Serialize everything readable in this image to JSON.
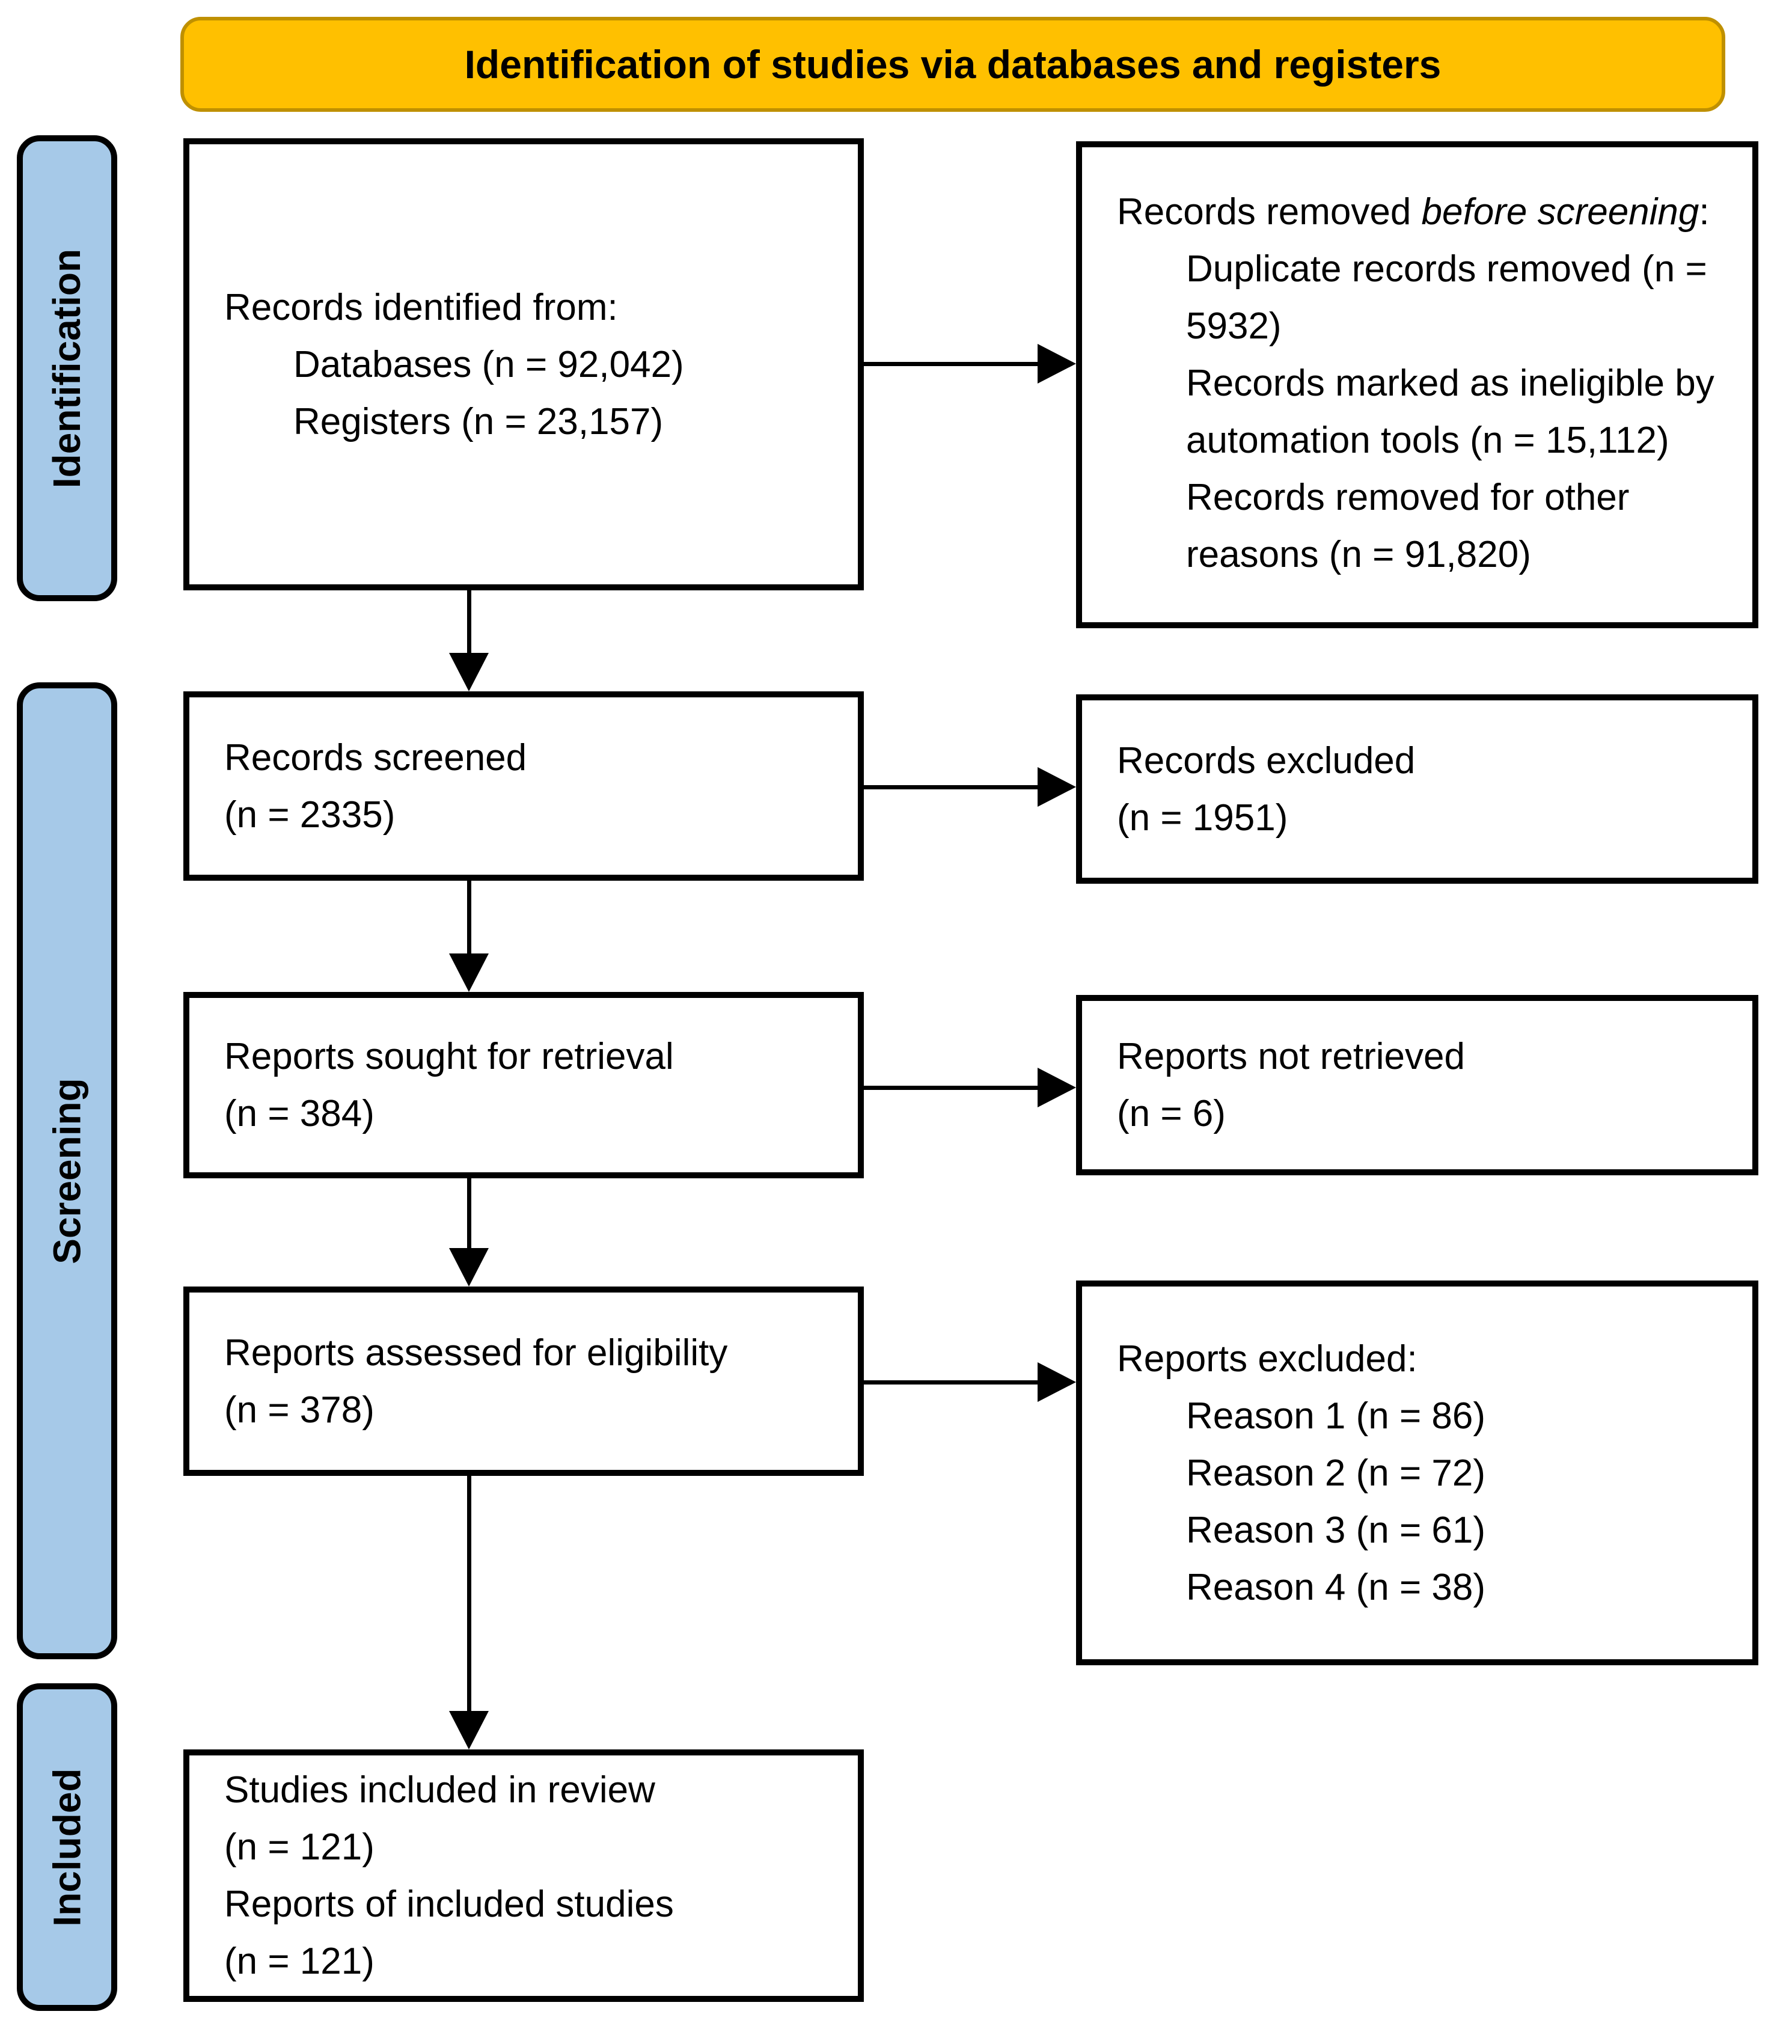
{
  "title_banner": {
    "label": "Identification of studies via databases and registers"
  },
  "sidebar": {
    "stages": [
      {
        "label": "Identification"
      },
      {
        "label": "Screening"
      },
      {
        "label": "Included"
      }
    ]
  },
  "colors": {
    "banner_fill": "#FFC000",
    "banner_border": "#BF9000",
    "stage_fill": "#A6C9E8",
    "box_border": "#000000",
    "background": "#FFFFFF"
  },
  "flow": {
    "identified": {
      "header": "Records identified from:",
      "items": [
        "Databases (n = 92,042)",
        "Registers (n = 23,157)"
      ]
    },
    "removed_before_screening": {
      "header_prefix": "Records removed ",
      "header_italic": "before screening",
      "header_suffix": ":",
      "items": [
        "Duplicate records removed (n = 5932)",
        "Records marked as ineligible by automation tools (n = 15,112)",
        "Records removed for other reasons (n = 91,820)"
      ]
    },
    "screened": {
      "line1": "Records screened",
      "line2": "(n = 2335)"
    },
    "records_excluded": {
      "line1": "Records excluded",
      "line2": "(n = 1951)"
    },
    "sought": {
      "line1": "Reports sought for retrieval",
      "line2": "(n = 384)"
    },
    "not_retrieved": {
      "line1": "Reports not retrieved",
      "line2": "(n = 6)"
    },
    "assessed": {
      "line1": "Reports assessed for eligibility",
      "line2": "(n = 378)"
    },
    "reports_excluded": {
      "header": "Reports excluded:",
      "items": [
        "Reason 1 (n = 86)",
        "Reason 2 (n = 72)",
        "Reason 3 (n = 61)",
        "Reason 4 (n = 38)"
      ]
    },
    "included": {
      "line1": "Studies included in review",
      "line2": "(n = 121)",
      "line3": "Reports of included studies",
      "line4": "(n = 121)"
    }
  }
}
